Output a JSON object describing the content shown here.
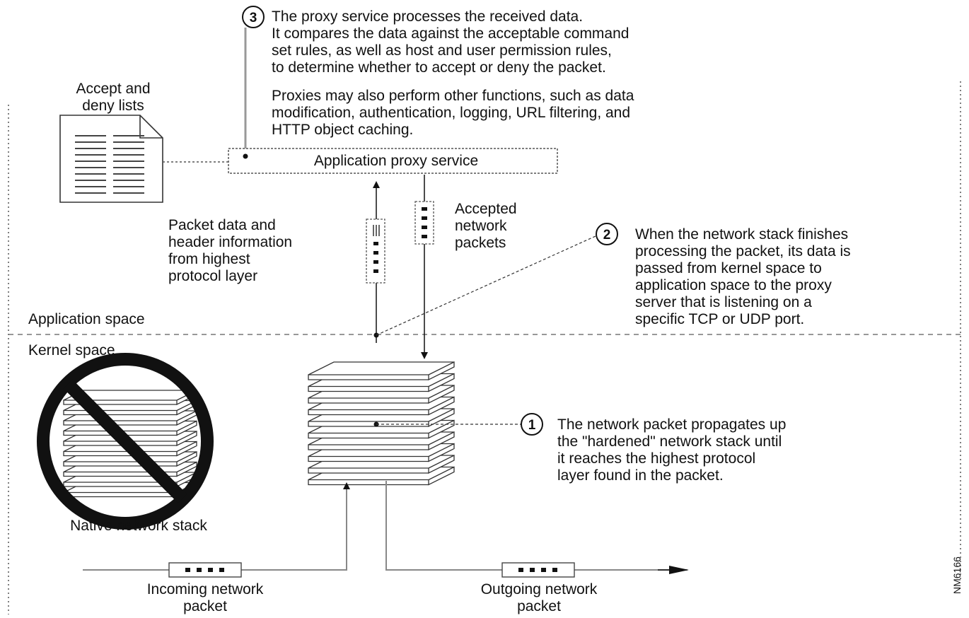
{
  "step3": {
    "number": "3",
    "lines": [
      "The proxy service processes the received data.",
      "It compares the data against the acceptable command",
      "set rules, as well as host and user permission rules,",
      "to determine whether to accept or deny the packet."
    ],
    "extra_lines": [
      "Proxies may also perform other functions, such as data",
      "modification, authentication, logging, URL filtering, and",
      "HTTP object caching."
    ]
  },
  "accept_deny": {
    "lines": [
      "Accept and",
      "deny lists"
    ]
  },
  "proxy_box": {
    "label": "Application proxy service"
  },
  "packet_data": {
    "lines": [
      "Packet data and",
      "header information",
      "from highest",
      "protocol layer"
    ]
  },
  "accepted": {
    "lines": [
      "Accepted",
      "network",
      "packets"
    ]
  },
  "step2": {
    "number": "2",
    "lines": [
      "When the network stack finishes",
      "processing the packet, its data is",
      "passed from kernel space to",
      "application space to the proxy",
      "server that is listening on a",
      "specific TCP or UDP port."
    ]
  },
  "spaces": {
    "application": "Application space",
    "kernel": "Kernel space"
  },
  "step1": {
    "number": "1",
    "lines": [
      "The network packet propagates up",
      "the \"hardened\" network stack until",
      "it reaches the highest protocol",
      "layer found in the packet."
    ]
  },
  "native_stack": {
    "label": "Native network stack"
  },
  "incoming": {
    "lines": [
      "Incoming network",
      "packet"
    ]
  },
  "outgoing": {
    "lines": [
      "Outgoing network",
      "packet"
    ]
  },
  "figure_id": "NM6166"
}
